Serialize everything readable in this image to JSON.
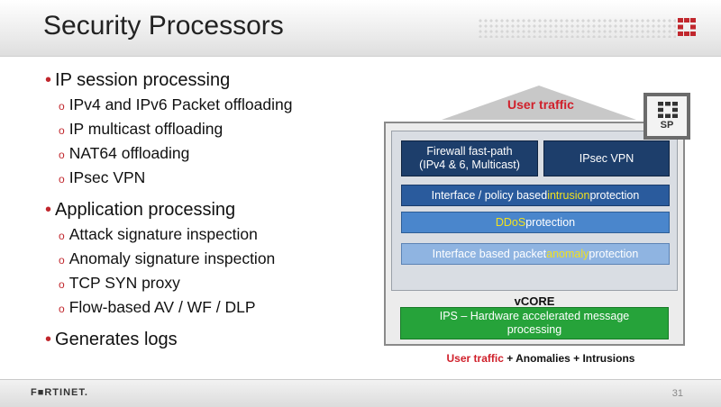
{
  "slide": {
    "title": "Security Processors",
    "page_number": "31",
    "brand": "F■RTINET."
  },
  "bullets": [
    {
      "label": "IP session processing",
      "sub": [
        "IPv4 and IPv6 Packet offloading",
        "IP multicast offloading",
        "NAT64 offloading",
        "IPsec VPN"
      ]
    },
    {
      "label": "Application processing",
      "sub": [
        "Attack signature inspection",
        "Anomaly signature inspection",
        "TCP SYN proxy",
        "Flow-based AV / WF / DLP"
      ]
    },
    {
      "label": "Generates logs",
      "sub": []
    }
  ],
  "diagram": {
    "user_traffic_top": "User traffic",
    "sp_label": "SP",
    "firewall_line1": "Firewall fast-path",
    "firewall_line2": "(IPv4 & 6,  Multicast)",
    "ipsec_vpn": "IPsec VPN",
    "intrusion_pre": "Interface / policy based ",
    "intrusion_hl": "intrusion",
    "intrusion_post": " protection",
    "ddos_hl": "DDoS",
    "ddos_post": " protection",
    "anomaly_pre": "Interface based packet ",
    "anomaly_hl": "anomaly",
    "anomaly_post": " protection",
    "vcore": "vCORE",
    "ips_line1": "IPS – Hardware accelerated  message",
    "ips_line2": "processing",
    "bottom_red": "User traffic",
    "bottom_rest": "  + Anomalies   + Intrusions"
  },
  "colors": {
    "accent_red": "#c1272d",
    "dark_blue": "#1d3e6b",
    "mid_blue": "#2a5b9d",
    "blue": "#4a86cc",
    "light_blue": "#8fb4e1",
    "green": "#26a33a",
    "highlight_yellow": "#f2e11e"
  }
}
